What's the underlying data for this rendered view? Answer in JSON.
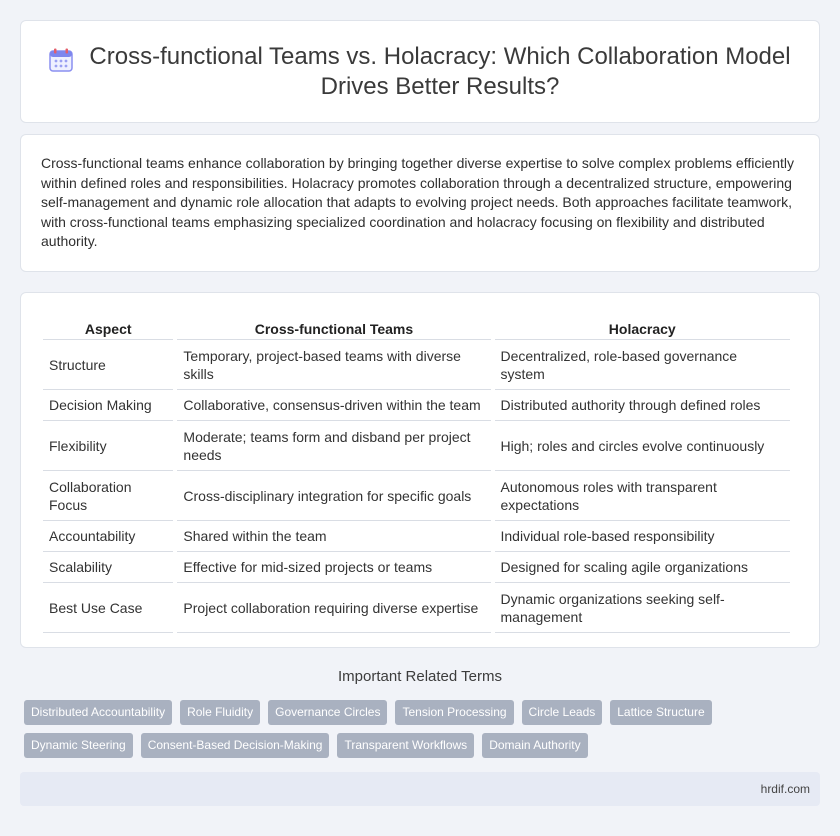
{
  "page": {
    "title": "Cross-functional Teams vs. Holacracy: Which Collaboration Model Drives Better Results?",
    "icon": "calendar-icon",
    "intro": "Cross-functional teams enhance collaboration by bringing together diverse expertise to solve complex problems efficiently within defined roles and responsibilities. Holacracy promotes collaboration through a decentralized structure, empowering self-management and dynamic role allocation that adapts to evolving project needs. Both approaches facilitate teamwork, with cross-functional teams emphasizing specialized coordination and holacracy focusing on flexibility and distributed authority."
  },
  "table": {
    "headers": [
      "Aspect",
      "Cross-functional Teams",
      "Holacracy"
    ],
    "rows": [
      [
        "Structure",
        "Temporary, project-based teams with diverse skills",
        "Decentralized, role-based governance system"
      ],
      [
        "Decision Making",
        "Collaborative, consensus-driven within the team",
        "Distributed authority through defined roles"
      ],
      [
        "Flexibility",
        "Moderate; teams form and disband per project needs",
        "High; roles and circles evolve continuously"
      ],
      [
        "Collaboration Focus",
        "Cross-disciplinary integration for specific goals",
        "Autonomous roles with transparent expectations"
      ],
      [
        "Accountability",
        "Shared within the team",
        "Individual role-based responsibility"
      ],
      [
        "Scalability",
        "Effective for mid-sized projects or teams",
        "Designed for scaling agile organizations"
      ],
      [
        "Best Use Case",
        "Project collaboration requiring diverse expertise",
        "Dynamic organizations seeking self-management"
      ]
    ]
  },
  "related": {
    "title": "Important Related Terms",
    "tags": [
      "Distributed Accountability",
      "Role Fluidity",
      "Governance Circles",
      "Tension Processing",
      "Circle Leads",
      "Lattice Structure",
      "Dynamic Steering",
      "Consent-Based Decision-Making",
      "Transparent Workflows",
      "Domain Authority"
    ]
  },
  "footer": {
    "site": "hrdif.com"
  },
  "colors": {
    "tag_bg": "#a9b1c0",
    "page_bg": "#f1f3f8",
    "footer_bg": "#e6eaf4"
  }
}
